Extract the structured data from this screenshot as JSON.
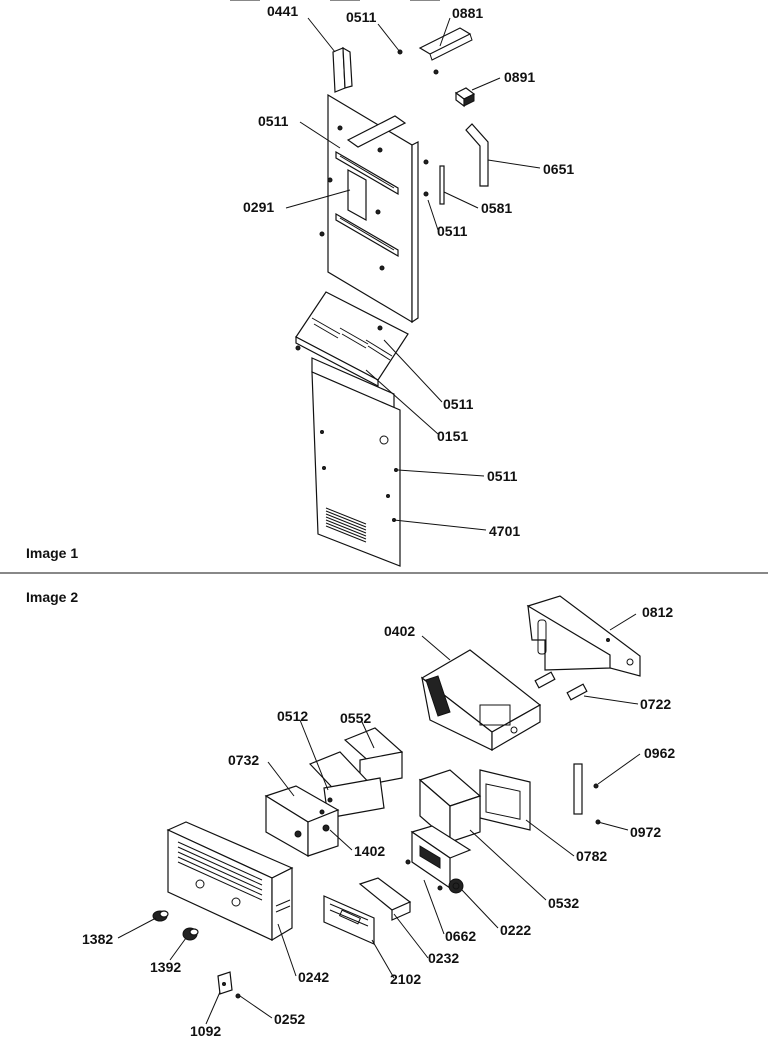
{
  "sections": [
    {
      "caption": "Image 1"
    },
    {
      "caption": "Image 2"
    }
  ],
  "image1_labels": [
    "0441",
    "0511",
    "0881",
    "0891",
    "0511",
    "0651",
    "0291",
    "0581",
    "0511",
    "0511",
    "0151",
    "0511",
    "4701"
  ],
  "image2_labels": [
    "0812",
    "0402",
    "0722",
    "0552",
    "0512",
    "0732",
    "0962",
    "0972",
    "1402",
    "0782",
    "0532",
    "0222",
    "0662",
    "0232",
    "2102",
    "1382",
    "1392",
    "0242",
    "0252",
    "1092"
  ]
}
